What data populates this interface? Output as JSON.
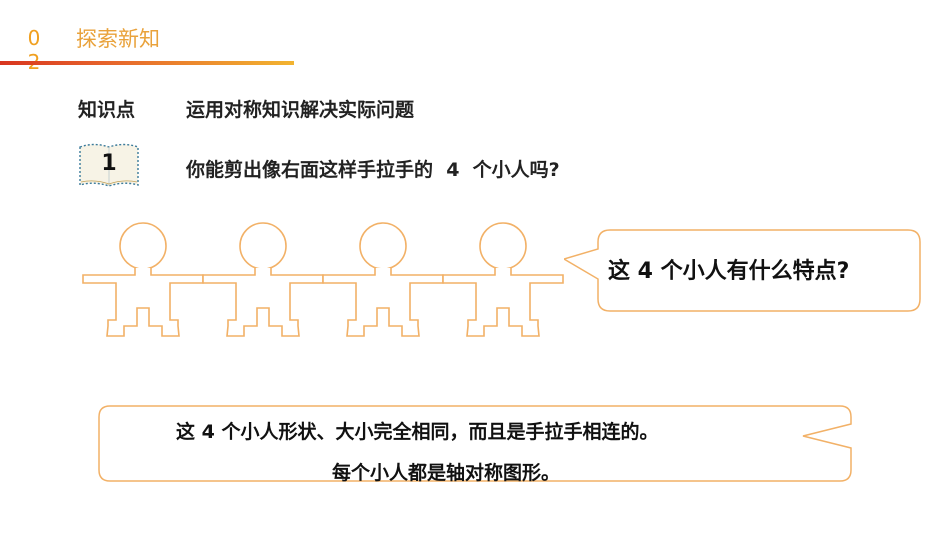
{
  "header": {
    "section_number": "02",
    "section_title": "探索新知"
  },
  "knowledge_point": {
    "label": "知识点",
    "topic": "运用对称知识解决实际问题"
  },
  "question": {
    "number": "1",
    "text": "你能剪出像右面这样手拉手的  4  个小人吗?"
  },
  "speech_bubble": {
    "text": "这 4 个小人有什么特点?"
  },
  "answer": {
    "line1": "这 4 个小人形状、大小完全相同，而且是手拉手相连的。",
    "line2": "每个小人都是轴对称图形。"
  },
  "colors": {
    "accent": "#f0a020",
    "outline": "#f2b167",
    "rule_start": "#d8351f",
    "rule_end": "#f2b430"
  }
}
